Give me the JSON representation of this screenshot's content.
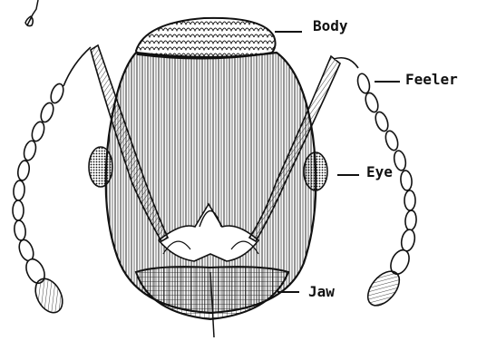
{
  "labels": {
    "body": "Body",
    "feeler": "Feeler",
    "eye": "Eye",
    "jaw": "Jaw"
  },
  "colors": {
    "ink": "#111111",
    "paper": "#ffffff"
  }
}
